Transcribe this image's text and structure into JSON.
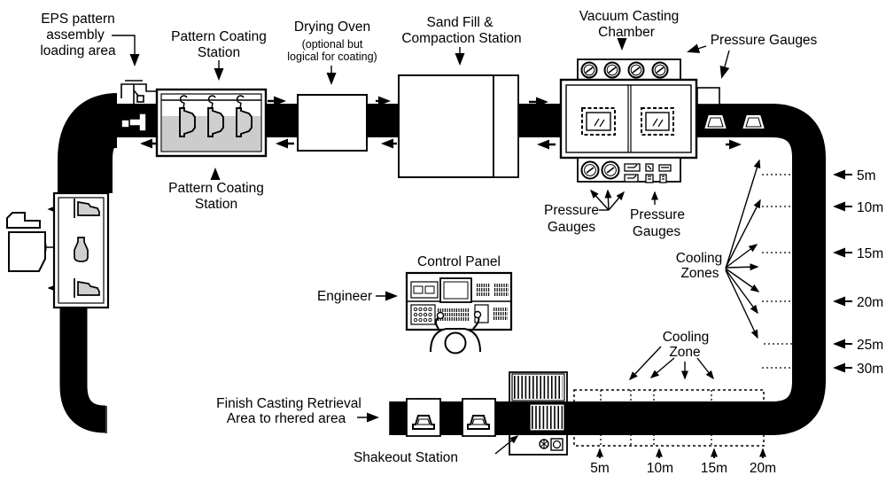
{
  "labels": {
    "eps_line1": "EPS pattern",
    "eps_line2": "assembly",
    "eps_line3": "loading area",
    "coating_top_line1": "Pattern Coating",
    "coating_top_line2": "Station",
    "coating_bottom_line1": "Pattern Coating",
    "coating_bottom_line2": "Station",
    "oven_line1": "Drying Oven",
    "oven_line2": "(optional but",
    "oven_line3": "logical for coating)",
    "sand_line1": "Sand Fill &",
    "sand_line2": "Compaction Station",
    "vacuum_line1": "Vacuum Casting",
    "vacuum_line2": "Chamber",
    "pressure_top": "Pressure Gauges",
    "pressure_left_line1": "Pressure",
    "pressure_left_line2": "Gauges",
    "pressure_right_line1": "Pressure",
    "pressure_right_line2": "Gauges",
    "cooling_zones_line1": "Cooling",
    "cooling_zones_line2": "Zones",
    "cooling_zone_line1": "Cooling",
    "cooling_zone_line2": "Zone",
    "control_panel": "Control Panel",
    "engineer": "Engineer",
    "finish_line1": "Finish Casting Retrieval",
    "finish_line2": "Area to rhered area",
    "shakeout": "Shakeout Station"
  },
  "distance_marks_right": [
    "5m",
    "10m",
    "15m",
    "20m",
    "25m",
    "30m"
  ],
  "distance_marks_bottom": [
    "5m",
    "10m",
    "15m",
    "20m"
  ],
  "colors": {
    "line": "#000000",
    "background": "#ffffff",
    "coating_liquid": "#cccccc",
    "pattern_fill": "#cfcfcf"
  }
}
